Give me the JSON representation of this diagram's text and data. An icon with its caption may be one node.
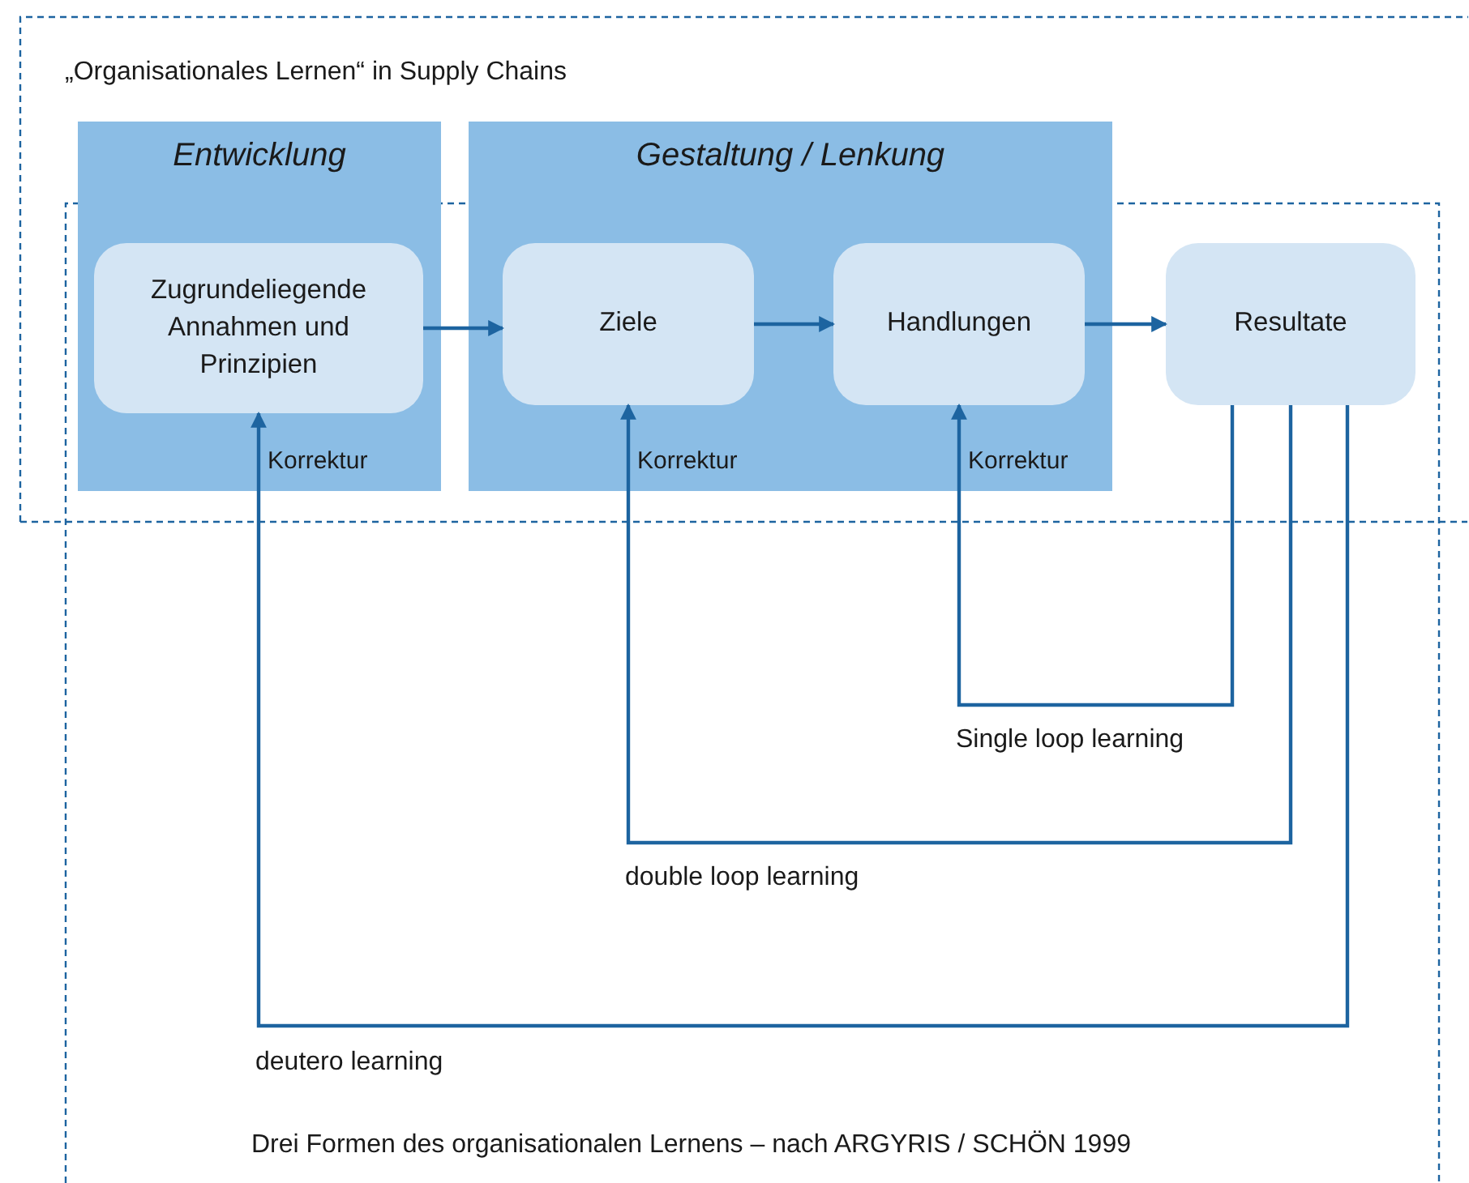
{
  "diagram": {
    "title": "„Organisationales Lernen“ in Supply Chains",
    "caption": "Drei Formen des organisationalen Lernens – nach ARGYRIS / SCHÖN 1999",
    "nodes": [
      {
        "text": [
          "Entwicklung"
        ]
      },
      {
        "text": [
          "Gestaltung / Lenkung"
        ]
      },
      {
        "text": [
          "Zugrundeliegende Annahmen und Prinzipien"
        ],
        "in": 0
      },
      {
        "text": [
          "Ziele"
        ],
        "in": 1
      },
      {
        "text": [
          "Handlungen"
        ],
        "in": 1
      },
      {
        "text": [
          "Resultate"
        ]
      }
    ],
    "edges": [
      {
        "from": 2,
        "to": 3,
        "arrow": "to"
      },
      {
        "from": 3,
        "to": 4,
        "arrow": "to"
      },
      {
        "from": 4,
        "to": 5,
        "arrow": "to"
      },
      {
        "from": 5,
        "to": 4,
        "arrow": "to",
        "label": "Single loop learning"
      },
      {
        "from": 5,
        "to": 3,
        "arrow": "to",
        "label": "double loop learning"
      },
      {
        "from": 5,
        "to": 2,
        "arrow": "to",
        "label": "deutero learning"
      }
    ],
    "labels": [
      "Korrektur",
      "Korrektur",
      "Korrektur"
    ]
  }
}
